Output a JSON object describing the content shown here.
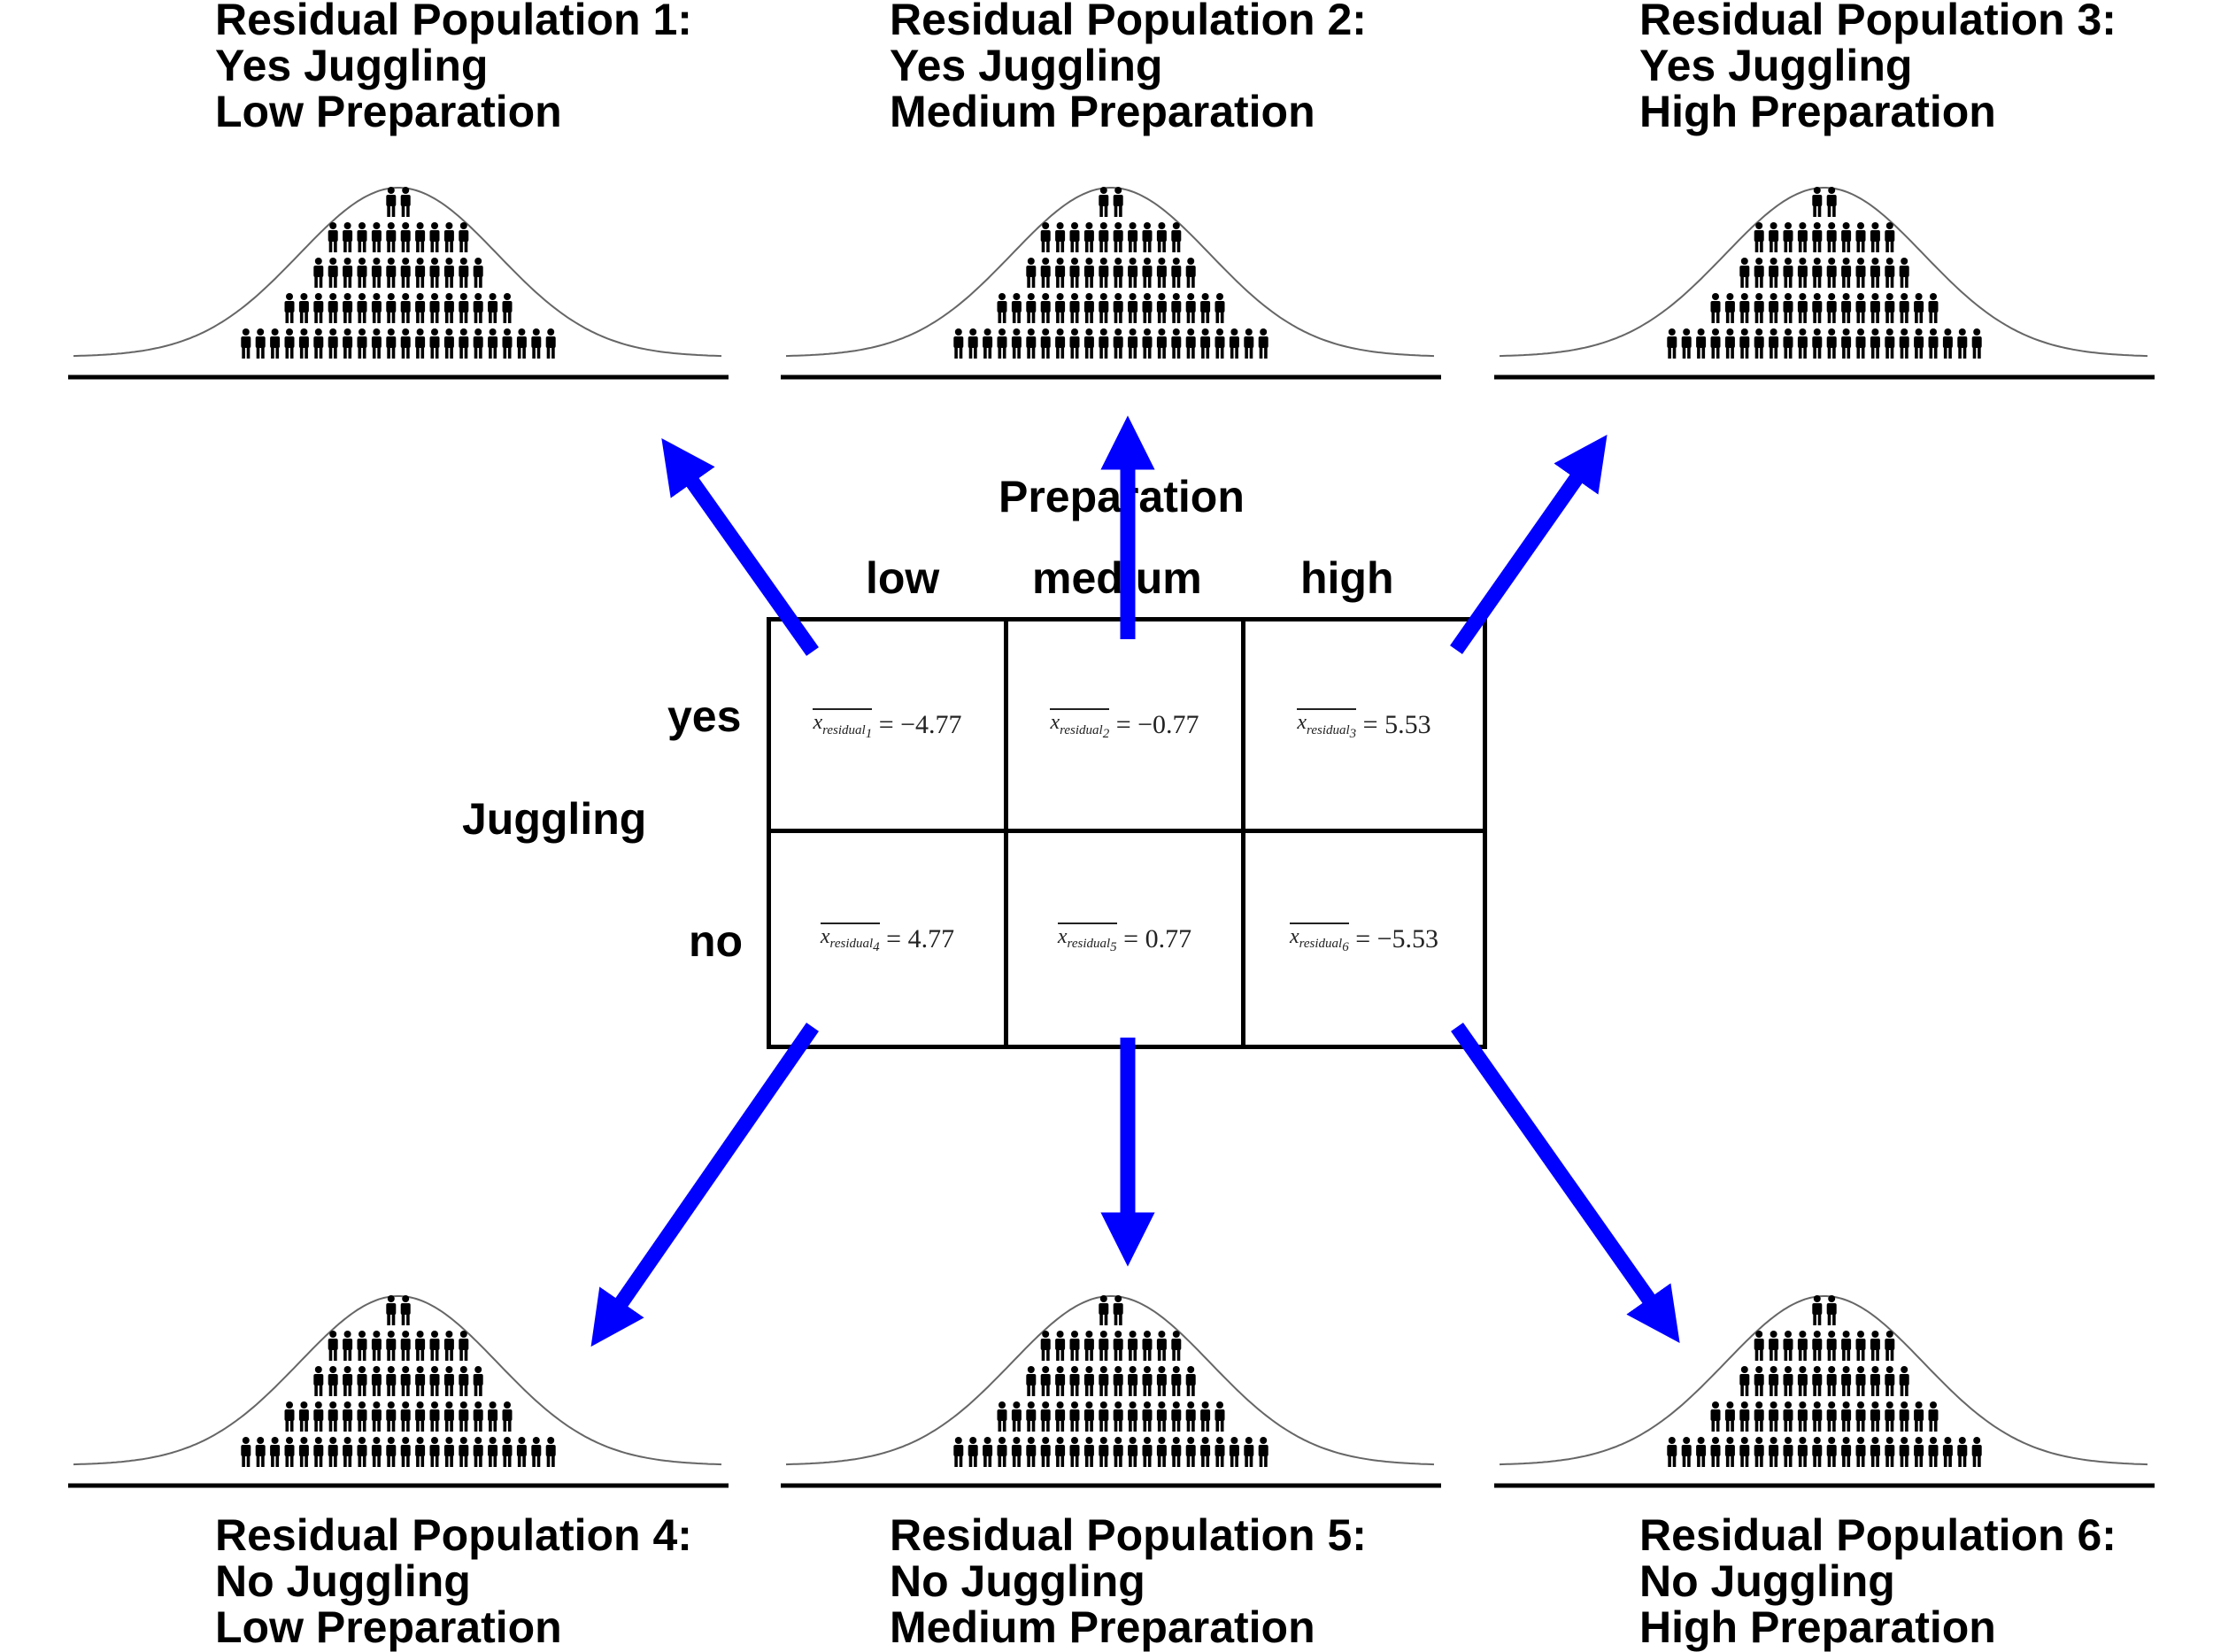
{
  "populations": [
    {
      "lines": [
        "Residual Population 1:",
        "Yes Juggling",
        "Low Preparation"
      ]
    },
    {
      "lines": [
        "Residual Population 2:",
        "Yes Juggling",
        "Medium Preparation"
      ]
    },
    {
      "lines": [
        "Residual Population 3:",
        "Yes Juggling",
        "High Preparation"
      ]
    },
    {
      "lines": [
        "Residual Population 4:",
        "No Juggling",
        "Low Preparation"
      ]
    },
    {
      "lines": [
        "Residual Population 5:",
        "No Juggling",
        "Medium Preparation"
      ]
    },
    {
      "lines": [
        "Residual Population 6:",
        "No Juggling",
        "High Preparation"
      ]
    }
  ],
  "table": {
    "column_factor": "Preparation",
    "columns": [
      "low",
      "medium",
      "high"
    ],
    "row_factor": "Juggling",
    "rows": [
      "yes",
      "no"
    ],
    "cells": [
      {
        "symbol": "x",
        "subscript": "residual",
        "index": "1",
        "value": "= −4.77"
      },
      {
        "symbol": "x",
        "subscript": "residual",
        "index": "2",
        "value": "= −0.77"
      },
      {
        "symbol": "x",
        "subscript": "residual",
        "index": "3",
        "value": "= 5.53"
      },
      {
        "symbol": "x",
        "subscript": "residual",
        "index": "4",
        "value": "= 4.77"
      },
      {
        "symbol": "x",
        "subscript": "residual",
        "index": "5",
        "value": "= 0.77"
      },
      {
        "symbol": "x",
        "subscript": "residual",
        "index": "6",
        "value": "= −5.53"
      }
    ]
  },
  "people_rows": [
    2,
    10,
    12,
    16,
    22
  ],
  "colors": {
    "arrow": "#0000ff",
    "curve": "#666666",
    "ink": "#000000"
  }
}
